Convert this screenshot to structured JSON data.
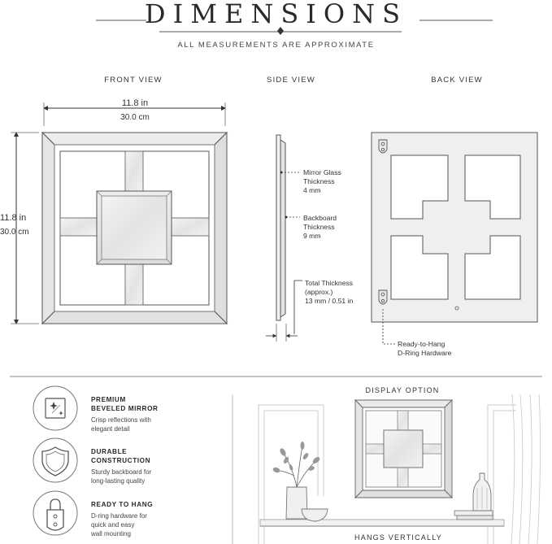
{
  "header": {
    "title": "DIMENSIONS",
    "subtitle": "ALL MEASUREMENTS ARE APPROXIMATE"
  },
  "views": {
    "front": "FRONT VIEW",
    "side": "SIDE VIEW",
    "back": "BACK VIEW"
  },
  "front_dimensions": {
    "width_in": "11.8 in",
    "width_cm": "30.0 cm",
    "height_in": "11.8 in",
    "height_cm": "30.0 cm"
  },
  "side_notes": {
    "mirror_glass": [
      "Mirror Glass",
      "Thickness",
      "4 mm"
    ],
    "backboard": [
      "Backboard",
      "Thickness",
      "9 mm"
    ],
    "total": [
      "Total Thickness",
      "(approx.)",
      "13 mm / 0.51 in"
    ]
  },
  "back_note": [
    "Ready-to-Hang",
    "D-Ring Hardware"
  ],
  "features": [
    {
      "title": [
        "PREMIUM",
        "BEVELED MIRROR"
      ],
      "desc": [
        "Crisp reflections with",
        "elegant detail"
      ],
      "icon": "sparkle-mirror-icon"
    },
    {
      "title": [
        "DURABLE",
        "CONSTRUCTION"
      ],
      "desc": [
        "Sturdy backboard for",
        "long-lasting quality"
      ],
      "icon": "shield-icon"
    },
    {
      "title": [
        "READY TO HANG"
      ],
      "desc": [
        "D-ring hardware for",
        "quick and easy",
        "wall mounting"
      ],
      "icon": "d-ring-icon"
    }
  ],
  "display": {
    "top_label": "DISPLAY OPTION",
    "bottom_label": "HANGS VERTICALLY"
  }
}
